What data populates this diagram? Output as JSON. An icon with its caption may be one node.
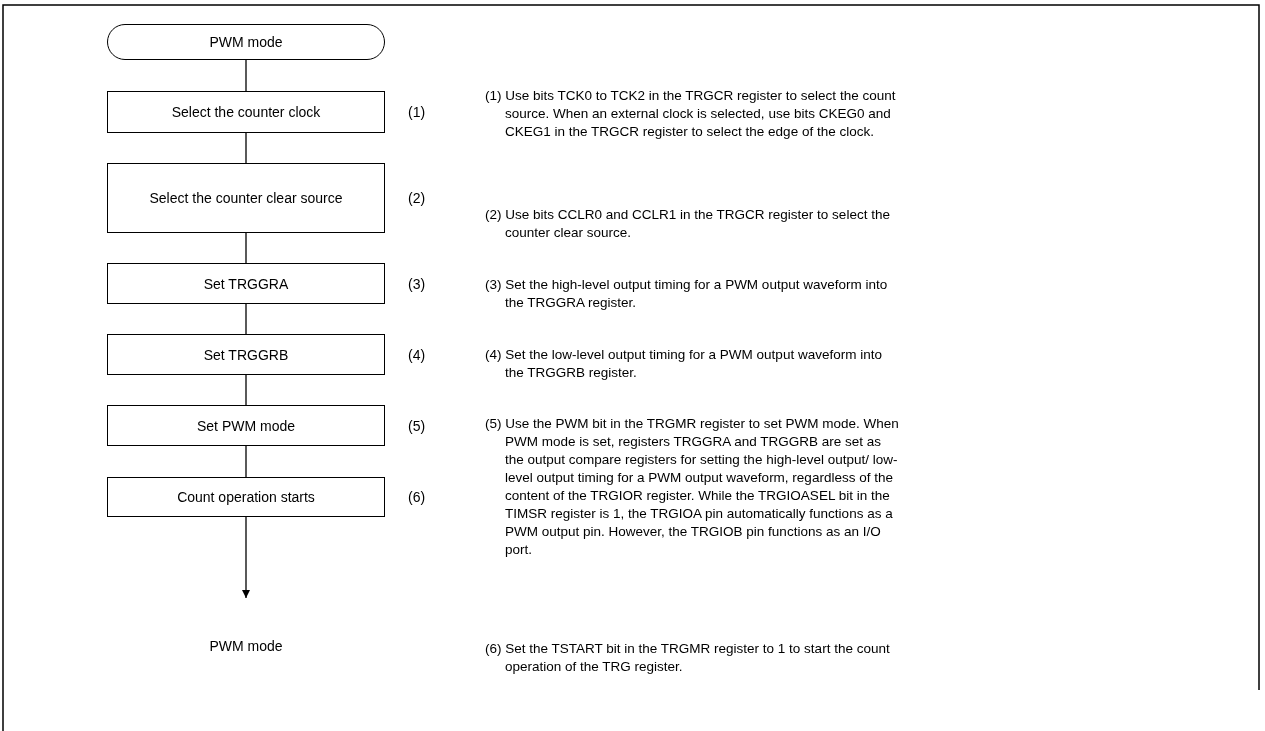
{
  "diagram": {
    "nodes": [
      {
        "text": [
          "PWM mode"
        ]
      },
      {
        "text": [
          "Select the counter clock"
        ],
        "beside": [
          "(1)"
        ]
      },
      {
        "text": [
          "Select the counter clear source"
        ],
        "beside": [
          "(2)"
        ]
      },
      {
        "text": [
          "Set TRGGRA"
        ],
        "beside": [
          "(3)"
        ]
      },
      {
        "text": [
          "Set TRGGRB"
        ],
        "beside": [
          "(4)"
        ]
      },
      {
        "text": [
          "Set PWM mode"
        ],
        "beside": [
          "(5)"
        ]
      },
      {
        "text": [
          "Count operation starts"
        ],
        "beside": [
          "(6)"
        ]
      },
      {
        "text": [
          "PWM mode"
        ]
      }
    ],
    "edges": [
      {
        "from": 0,
        "to": 1,
        "arrow": "none"
      },
      {
        "from": 1,
        "to": 2,
        "arrow": "none"
      },
      {
        "from": 2,
        "to": 3,
        "arrow": "none"
      },
      {
        "from": 3,
        "to": 4,
        "arrow": "none"
      },
      {
        "from": 4,
        "to": 5,
        "arrow": "none"
      },
      {
        "from": 5,
        "to": 6,
        "arrow": "none"
      },
      {
        "from": 6,
        "to": 7,
        "arrow": "to"
      }
    ],
    "labels": [
      "(1) Use bits TCK0 to TCK2 in the TRGCR register to select the count source. When an external clock is selected, use bits CKEG0 and CKEG1 in the TRGCR register to select the edge of the clock.",
      "(2) Use bits CCLR0 and CCLR1 in the TRGCR register to select the counter clear source.",
      "(3) Set the high-level output timing for a PWM output waveform into the TRGGRA register.",
      "(4) Set the low-level output timing for a PWM output waveform into the TRGGRB register.",
      "(5) Use the PWM bit in the TRGMR register to set PWM mode. When PWM mode is set, registers TRGGRA and TRGGRB are set as the output compare registers for setting the high-level output/ low-level output timing for a PWM output waveform, regardless of the content of the TRGIOR register. While the TRGIOASEL bit in the TIMSR register is 1, the TRGIOA pin automatically functions as a PWM output pin. However, the TRGIOB pin functions as an I/O port.",
      "(6) Set the TSTART bit in the TRGMR register to 1 to start the count operation of the TRG register."
    ]
  }
}
